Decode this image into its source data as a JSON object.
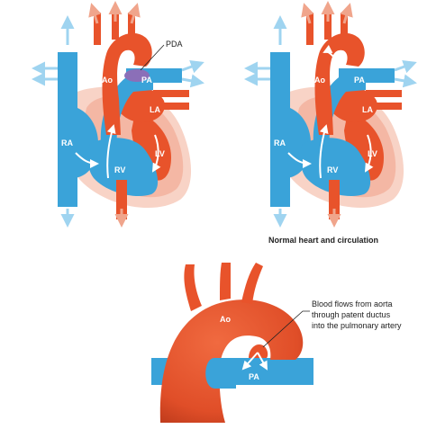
{
  "colors": {
    "oxygenated": "#e8532b",
    "oxygenated_dark": "#c43c1a",
    "deoxygenated": "#3aa3d9",
    "deoxygenated_dark": "#1f7fb8",
    "mixed": "#8b6fb8",
    "muscle": "#f4b7a4",
    "pericardium": "#f8d3c6",
    "arrow_light": "#9fd4f0"
  },
  "diagram_pda": {
    "labels": {
      "pda": "PDA",
      "aorta": "Ao",
      "pulmonary_artery": "PA",
      "left_atrium": "LA",
      "right_atrium": "RA",
      "left_ventricle": "LV",
      "right_ventricle": "RV"
    }
  },
  "diagram_normal": {
    "caption": "Normal heart and circulation",
    "labels": {
      "aorta": "Ao",
      "pulmonary_artery": "PA",
      "left_atrium": "LA",
      "right_atrium": "RA",
      "left_ventricle": "LV",
      "right_ventricle": "RV"
    }
  },
  "diagram_detail": {
    "labels": {
      "aorta": "Ao",
      "pulmonary_artery": "PA"
    },
    "note_lines": [
      "Blood flows from aorta",
      "through patent ductus",
      "into the pulmonary artery"
    ]
  }
}
